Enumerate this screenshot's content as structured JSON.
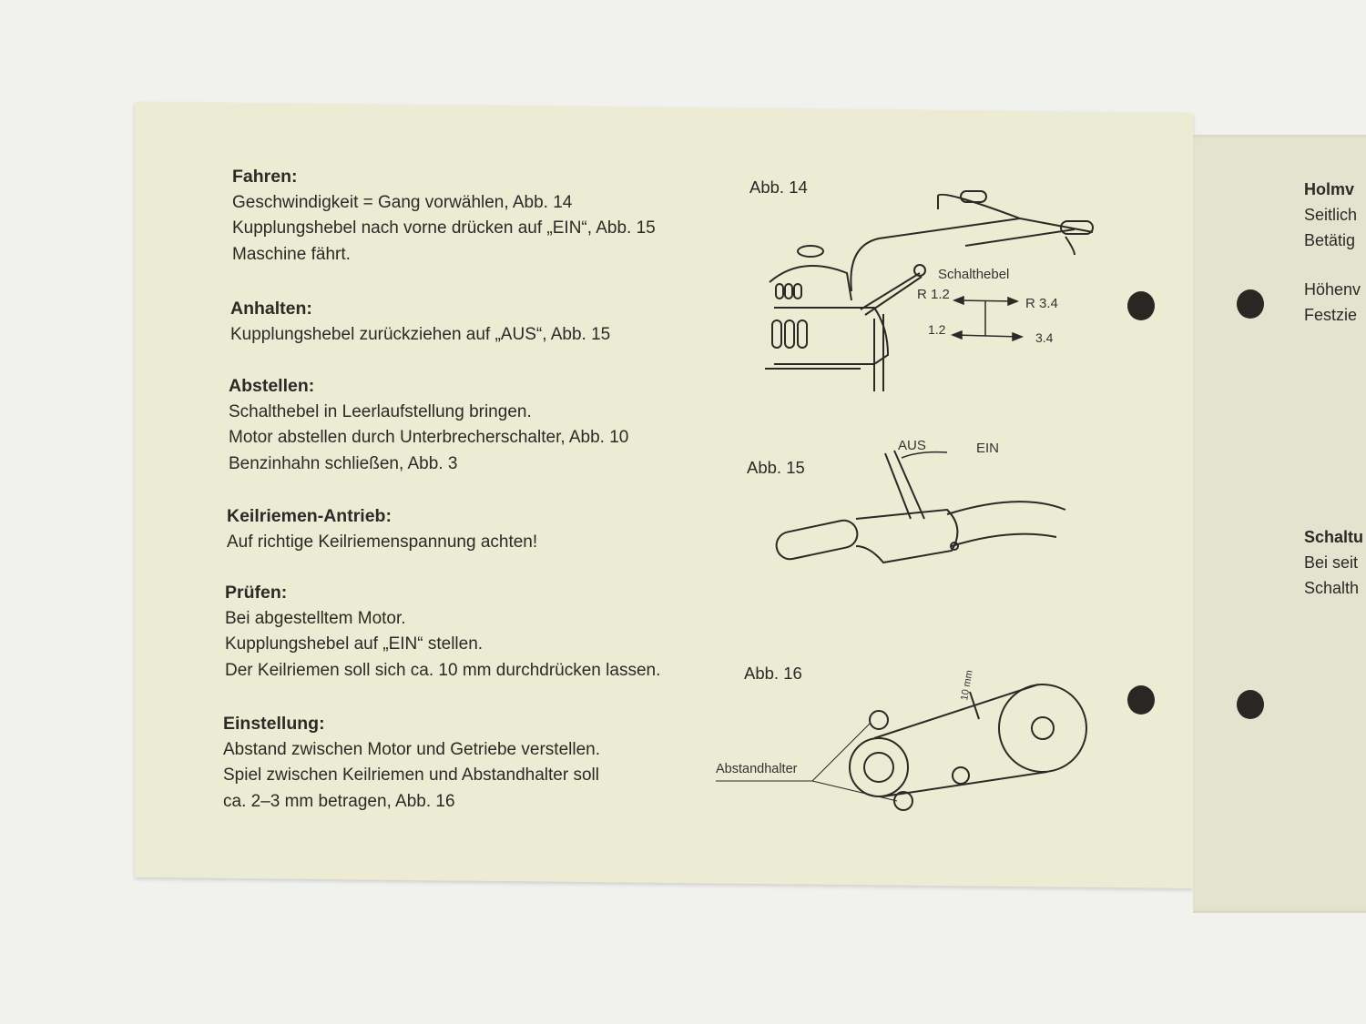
{
  "left_page": {
    "sections": [
      {
        "heading": "Fahren:",
        "lines": [
          "Geschwindigkeit = Gang vorwählen, Abb. 14",
          "Kupplungshebel nach vorne drücken auf „EIN“, Abb. 15",
          "Maschine fährt."
        ]
      },
      {
        "heading": "Anhalten:",
        "lines": [
          "Kupplungshebel zurückziehen auf „AUS“, Abb. 15"
        ]
      },
      {
        "heading": "Abstellen:",
        "lines": [
          "Schalthebel in Leerlaufstellung bringen.",
          "Motor abstellen durch Unterbrecherschalter, Abb. 10",
          "Benzinhahn schließen, Abb. 3"
        ]
      },
      {
        "heading": "Keilriemen-Antrieb:",
        "lines": [
          "Auf richtige Keilriemenspannung achten!"
        ]
      },
      {
        "heading": "Prüfen:",
        "lines": [
          "Bei abgestelltem Motor.",
          "Kupplungshebel auf „EIN“ stellen.",
          "Der Keilriemen soll sich ca. 10 mm durchdrücken lassen."
        ]
      },
      {
        "heading": "Einstellung:",
        "lines": [
          "Abstand zwischen Motor und Getriebe verstellen.",
          "Spiel zwischen Keilriemen und Abstandhalter soll",
          "ca. 2–3 mm betragen, Abb. 16"
        ]
      }
    ],
    "figures": {
      "abb14": {
        "label": "Abb. 14",
        "schalthebel": "Schalthebel",
        "r12": "R 1.2",
        "r34": "R 3.4",
        "g12": "1.2",
        "g34": "3.4"
      },
      "abb15": {
        "label": "Abb. 15",
        "aus": "AUS",
        "ein": "EIN"
      },
      "abb16": {
        "label": "Abb. 16",
        "abstandhalter": "Abstandhalter",
        "dim": "10 mm"
      }
    }
  },
  "right_page": {
    "sections": [
      {
        "heading": "Holmv",
        "lines": [
          "Seitlich",
          "Betätig"
        ]
      },
      {
        "heading": "",
        "lines": [
          "Höhenv",
          "Festzie"
        ]
      },
      {
        "heading": "Schaltu",
        "lines": [
          "Bei seit",
          "Schalth"
        ]
      }
    ]
  }
}
